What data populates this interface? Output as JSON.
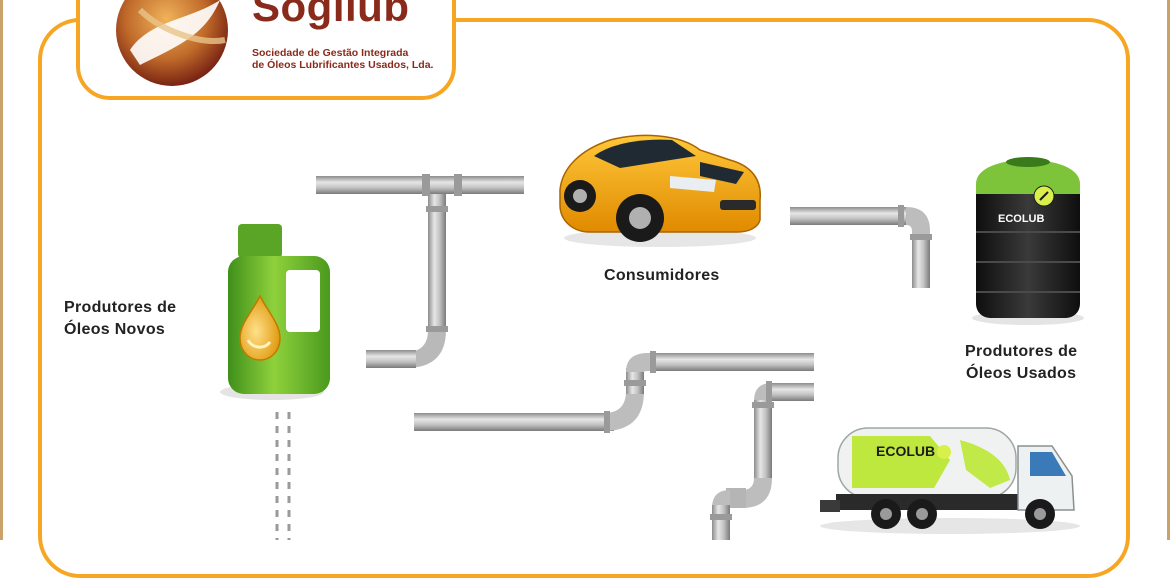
{
  "logo": {
    "name": "Sogilub",
    "tagline_line1": "Sociedade de Gestão Integrada",
    "tagline_line2": "de Óleos Lubrificantes Usados, Lda."
  },
  "nodes": {
    "new_oil_producers": {
      "line1": "Produtores de",
      "line2": "Óleos Novos"
    },
    "consumers": {
      "line1": "Consumidores"
    },
    "used_oil_producers": {
      "line1": "Produtores de",
      "line2": "Óleos Usados"
    }
  },
  "brand_marks": {
    "tank": "ECOLUB",
    "truck": "ECOLUB"
  },
  "colors": {
    "frame": "#f6a623",
    "logo": "#8a2a1a",
    "pipe": "#a9a9a9",
    "bottle": "#6ab82e",
    "car": "#f5a300",
    "tank": "#1c1c1c",
    "accent_green": "#b5e61d"
  }
}
